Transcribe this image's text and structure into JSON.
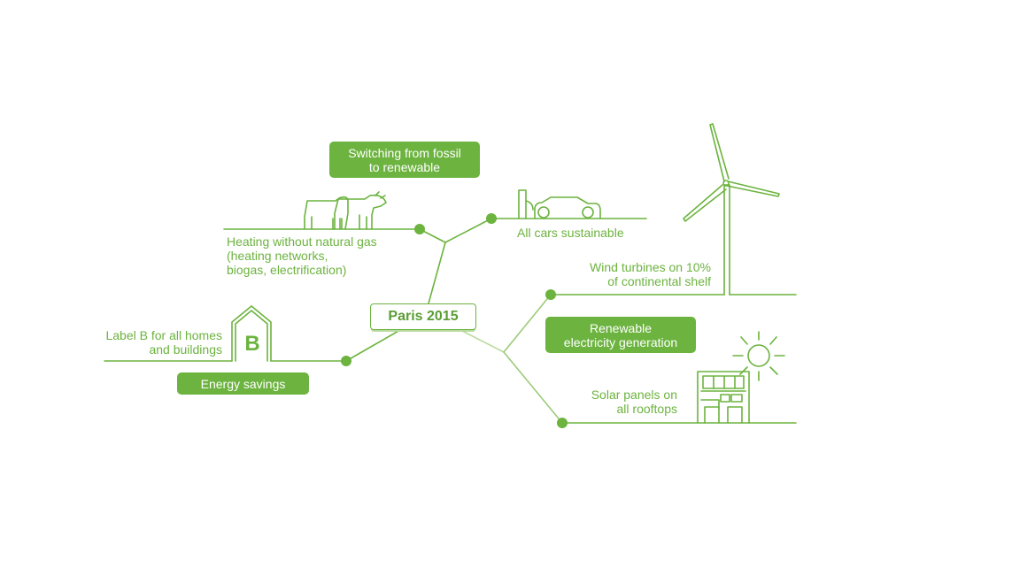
{
  "center": {
    "label": "Paris 2015"
  },
  "categories": {
    "fossil": "Switching from fossil\nto renewable",
    "renewable": "Renewable\nelectricity generation",
    "savings": "Energy savings"
  },
  "items": {
    "heating": "Heating without natural gas\n(heating networks,\nbiogas, electrification)",
    "cars": "All cars sustainable",
    "wind": "Wind turbines on 10%\nof continental shelf",
    "solar": "Solar panels on\nall rooftops",
    "label_b": "Label B for all homes\nand buildings"
  },
  "house_letter": "B",
  "colors": {
    "accent": "#6cb33f",
    "light": "#b9dba0"
  }
}
